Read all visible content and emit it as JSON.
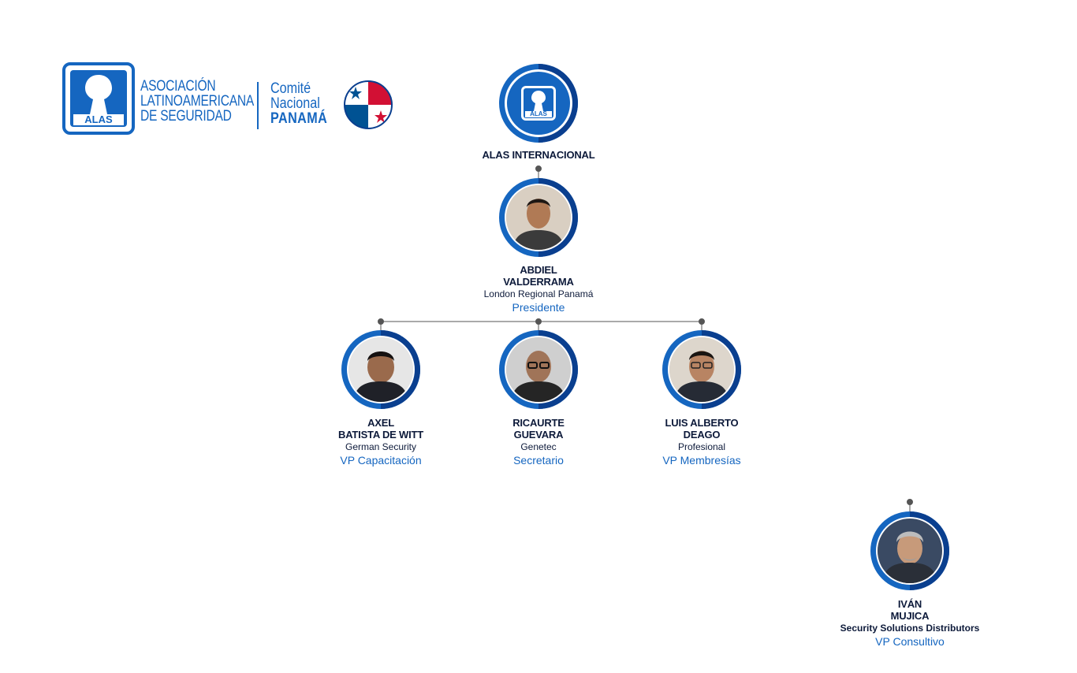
{
  "logo": {
    "badge": "ALAS",
    "line1": "ASOCIACIÓN",
    "line2": "LATINOAMERICANA",
    "line3": "DE SEGURIDAD",
    "committee_line1": "Comité",
    "committee_line2": "Nacional",
    "committee_line3": "PANAMÁ"
  },
  "org_chart": {
    "root": {
      "label": "ALAS INTERNACIONAL"
    },
    "president": {
      "name_line1": "ABDIEL",
      "name_line2": "VALDERRAMA",
      "company": "London Regional Panamá",
      "role": "Presidente"
    },
    "members": [
      {
        "name_line1": "AXEL",
        "name_line2": "BATISTA DE WITT",
        "company": "German Security",
        "role": "VP Capacitación"
      },
      {
        "name_line1": "RICAURTE",
        "name_line2": "GUEVARA",
        "company": "Genetec",
        "role": "Secretario"
      },
      {
        "name_line1": "LUIS ALBERTO",
        "name_line2": "DEAGO",
        "company": "Profesional",
        "role": "VP Membresías"
      }
    ],
    "advisor": {
      "name_line1": "IVÁN",
      "name_line2": "MUJICA",
      "company": "Security Solutions Distributors",
      "role": "VP Consultivo"
    }
  },
  "colors": {
    "brand_blue": "#1566c0",
    "dark_blue": "#0a3f8f",
    "navy_text": "#0d1a3a",
    "connector": "#555555",
    "flag_red": "#d21034",
    "flag_blue": "#005293"
  }
}
